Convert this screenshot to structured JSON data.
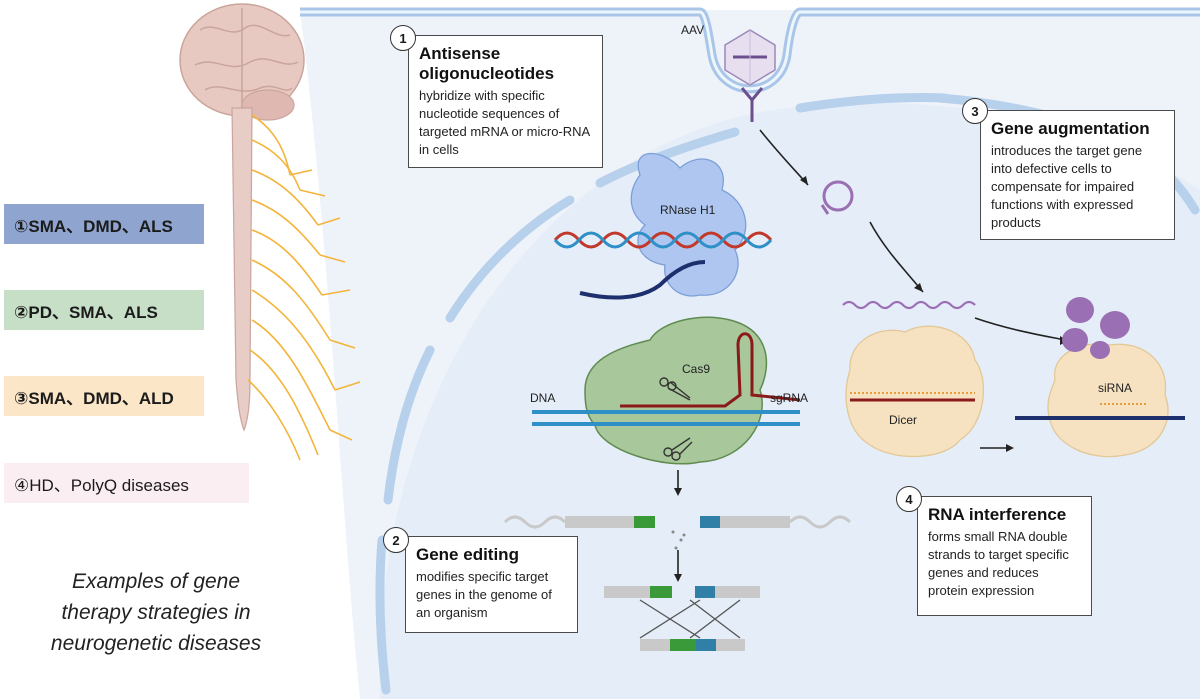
{
  "diseases": [
    {
      "label": "①SMA、DMD、ALS",
      "color": "#8fa5cf"
    },
    {
      "label": "②PD、SMA、ALS",
      "color": "#c7dfc6"
    },
    {
      "label": "③SMA、DMD、ALD",
      "color": "#fbe6c8"
    },
    {
      "label": "④HD、PolyQ diseases",
      "color": "#fbeef2"
    }
  ],
  "caption": [
    "Examples of gene",
    "therapy  strategies in",
    "neurogenetic diseases"
  ],
  "strategies": [
    {
      "number": "1",
      "title": "Antisense oligonucleotides",
      "description": "hybridize with specific nucleotide sequences of targeted mRNA or micro-RNA in cells"
    },
    {
      "number": "2",
      "title": "Gene editing",
      "description": "modifies specific target genes in the genome of an organism"
    },
    {
      "number": "3",
      "title": "Gene augmentation",
      "description": "introduces the target gene into defective cells to compensate for impaired functions with expressed products"
    },
    {
      "number": "4",
      "title": "RNA interference",
      "description": "forms small RNA double strands to target specific genes and reduces protein expression"
    }
  ],
  "labels": {
    "aav": "AAV",
    "rnase": "RNase H1",
    "cas9": "Cas9",
    "sgrna": "sgRNA",
    "dna": "DNA",
    "dicer": "Dicer",
    "sirna": "siRNA"
  },
  "colors": {
    "cell_fill": "#eaf1fa",
    "membrane": "#a9c6e8",
    "nerve": "#f3b43a",
    "cas9_complex": "#9dc08b",
    "dna_blue": "#2f8fc7",
    "dna_red": "#c0392b",
    "sgrna": "#8b1a1a",
    "dicer": "#f6e2c0",
    "protein": "#9b6fb3"
  }
}
